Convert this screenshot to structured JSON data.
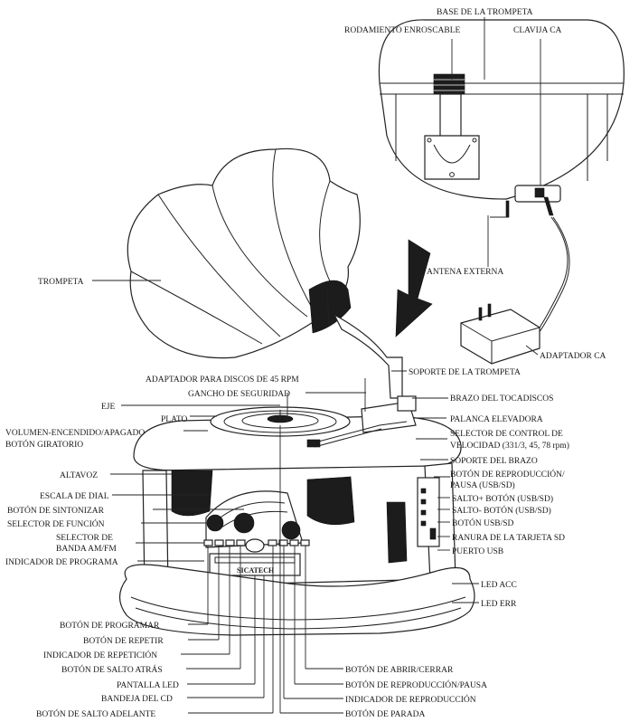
{
  "labels": {
    "base_trompeta": "BASE DE LA TROMPETA",
    "rodamiento": "RODAMIENTO ENROSCABLE",
    "clavija": "CLAVIJA CA",
    "trompeta": "TROMPETA",
    "antena": "ANTENA EXTERNA",
    "adaptador_ca": "ADAPTADOR CA",
    "soporte_trompeta": "SOPORTE DE LA TROMPETA",
    "adaptador_45": "ADAPTADOR PARA DISCOS DE 45 RPM",
    "gancho": "GANCHO DE SEGURIDAD",
    "brazo_tocadiscos": "BRAZO DEL TOCADISCOS",
    "eje": "EJE",
    "plato": "PLATO",
    "palanca": "PALANCA ELEVADORA",
    "volumen": "VOLUMEN-ENCENDIDO/APAGADO",
    "boton_giratorio": "BOTÓN GIRATORIO",
    "selector_velocidad_1": "SELECTOR DE CONTROL DE",
    "selector_velocidad_2": "VELOCIDAD (331/3, 45, 78 rpm)",
    "soporte_brazo": "SOPORTE DEL BRAZO",
    "altavoz": "ALTAVOZ",
    "reproduccion_usb_1": "BOTÓN DE REPRODUCCIÓN/",
    "reproduccion_usb_2": "PAUSA (USB/SD)",
    "escala": "ESCALA DE DIAL",
    "salto_mas": "SALTO+ BOTÓN (USB/SD)",
    "sintonizar": "BOTÓN DE SINTONIZAR",
    "salto_menos": "SALTO- BOTÓN (USB/SD)",
    "selector_funcion": "SELECTOR DE FUNCIÓN",
    "boton_usb_sd": "BOTÓN USB/SD",
    "selector_banda_1": "SELECTOR DE",
    "selector_banda_2": "BANDA AM/FM",
    "ranura_sd": "RANURA DE LA TARJETA SD",
    "puerto_usb": "PUERTO USB",
    "indicador_programa": "INDICADOR DE PROGRAMA",
    "led_acc": "LED ACC",
    "led_err": "LED ERR",
    "boton_programar": "BOTÓN DE PROGRAMAR",
    "boton_repetir": "BOTÓN DE REPETIR",
    "indicador_repeticion": "INDICADOR DE REPETICIÓN",
    "salto_atras": "BOTÓN DE SALTO ATRÁS",
    "abrir_cerrar": "BOTÓN DE ABRIR/CERRAR",
    "pantalla_led": "PANTALLA LED",
    "reproduccion_pausa": "BOTÓN DE REPRODUCCIÓN/PAUSA",
    "bandeja_cd": "BANDEJA DEL CD",
    "indicador_reproduccion": "INDICADOR DE REPRODUCCIÓN",
    "salto_adelante": "BOTÓN DE SALTO ADELANTE",
    "boton_parada": "BOTÓN DE PARADA"
  },
  "brand": "SICATECH"
}
